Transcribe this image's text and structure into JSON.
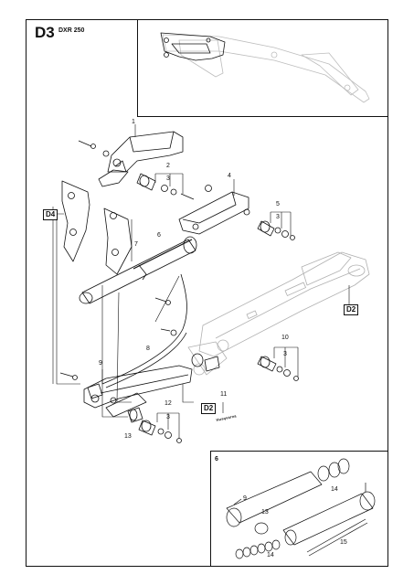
{
  "section": {
    "code": "D3",
    "model": "DXR 250"
  },
  "refs": {
    "d4": "D4",
    "d2a": "D2",
    "d2b": "D2"
  },
  "callouts": {
    "c1": "1",
    "c2": "2",
    "c3a": "3",
    "c4": "4",
    "c5": "5",
    "c3b": "3",
    "c6": "6",
    "c7": "7",
    "c8": "8",
    "c9": "9",
    "c10": "10",
    "c3c": "3",
    "c11": "11",
    "c12": "12",
    "c3d": "3",
    "c13": "13"
  },
  "brand": "Husqvarna",
  "inset": {
    "title": "6",
    "callouts": {
      "c9": "9",
      "c13": "13",
      "c14a": "14",
      "c14b": "14",
      "c15": "15"
    }
  },
  "colors": {
    "line": "#111111",
    "ghost": "#c8c8c8",
    "background": "#ffffff"
  }
}
